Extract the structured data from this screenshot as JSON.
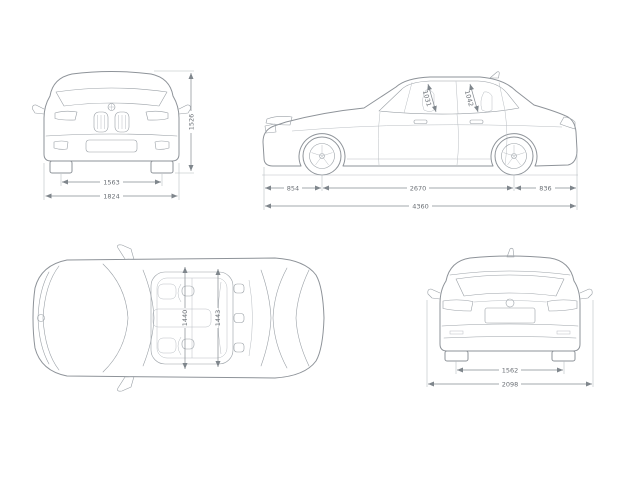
{
  "colors": {
    "background": "#ffffff",
    "line": "#8e9399",
    "dimension_line": "#858b91",
    "dimension_text": "#6a6f75"
  },
  "views": {
    "front": {
      "track_width": "1563",
      "overall_width": "1824",
      "overall_height": "1526"
    },
    "side": {
      "front_overhang": "854",
      "wheelbase": "2670",
      "rear_overhang": "836",
      "overall_length": "4360",
      "headroom_front": "1031",
      "headroom_rear": "1042"
    },
    "top": {
      "interior_width_front": "1440",
      "interior_width_rear": "1443"
    },
    "rear": {
      "track_width": "1562",
      "width_incl_mirrors": "2098"
    }
  }
}
